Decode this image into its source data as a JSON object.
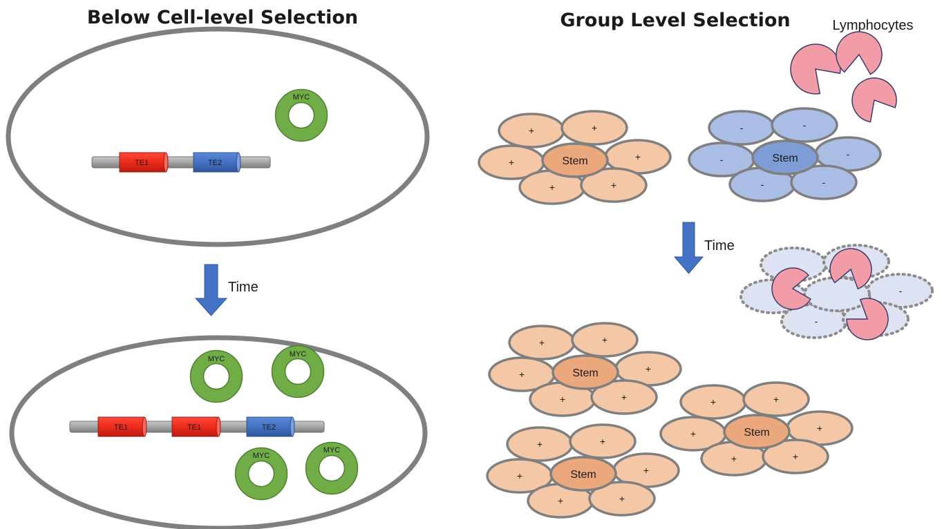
{
  "titles": {
    "left": "Below Cell-level Selection",
    "right": "Group Level Selection"
  },
  "labels": {
    "time": "Time",
    "lymphocytes": "Lymphocytes",
    "stem": "Stem",
    "myc": "MYC",
    "te1": "TE1",
    "te2": "TE2",
    "plus": "+",
    "minus": "-"
  },
  "colors": {
    "cell_outline": "#7f7f7f",
    "myc_ring": "#70ad47",
    "myc_ring_stroke": "#507e32",
    "te1": "#ee2a1b",
    "te2": "#4472c4",
    "chromosome": "#a6a6a6",
    "arrow": "#4472c4",
    "positive_cell": "#f4c7a6",
    "positive_stem": "#eba87d",
    "negative_cell": "#aabde4",
    "negative_stem": "#7e9cd6",
    "dead_cell": "#dde3f3",
    "lymphocyte": "#f29ca7",
    "lymphocyte_stroke": "#3b3b6b"
  },
  "icons": [
    "myc-ring-icon",
    "transposable-element-icon",
    "time-arrow-icon",
    "lymphocyte-icon"
  ]
}
